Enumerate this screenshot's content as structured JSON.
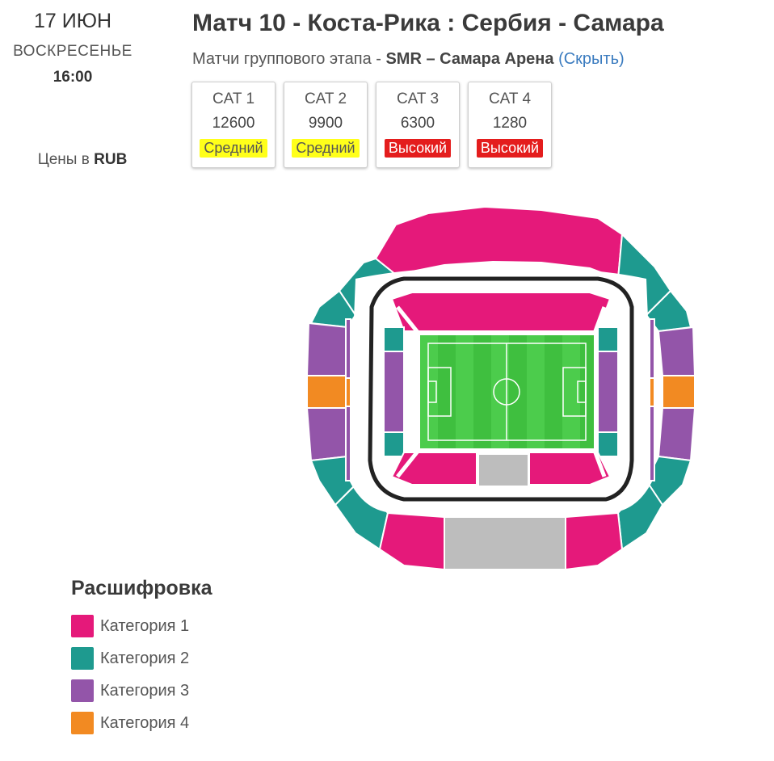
{
  "date": {
    "day": "17 ИЮН",
    "weekday": "ВОСКРЕСЕНЬЕ",
    "time": "16:00"
  },
  "currency": {
    "prefix": "Цены в",
    "code": "RUB"
  },
  "match": {
    "title": "Матч 10 - Коста-Рика : Сербия - Самара",
    "stage": "Матчи группового этапа -",
    "venue_code": "SMR",
    "venue": "– Самара Арена",
    "hide_label": "(Скрыть)"
  },
  "categories": [
    {
      "name": "CAT 1",
      "price": "12600",
      "demand": "Средний",
      "demand_color": "#ffff1a"
    },
    {
      "name": "CAT 2",
      "price": "9900",
      "demand": "Средний",
      "demand_color": "#ffff1a"
    },
    {
      "name": "CAT 3",
      "price": "6300",
      "demand": "Высокий",
      "demand_color": "#e41d1d"
    },
    {
      "name": "CAT 4",
      "price": "1280",
      "demand": "Высокий",
      "demand_color": "#e41d1d"
    }
  ],
  "legend": {
    "title": "Расшифровка",
    "items": [
      {
        "label": "Категория 1",
        "color": "#e5197a"
      },
      {
        "label": "Категория 2",
        "color": "#1e9a8f"
      },
      {
        "label": "Категория 3",
        "color": "#9355a9"
      },
      {
        "label": "Категория 4",
        "color": "#f28a22"
      }
    ]
  },
  "colors": {
    "pitch": "#3fbf3f",
    "unavailable": "#bdbdbd",
    "ring": "#222222"
  }
}
